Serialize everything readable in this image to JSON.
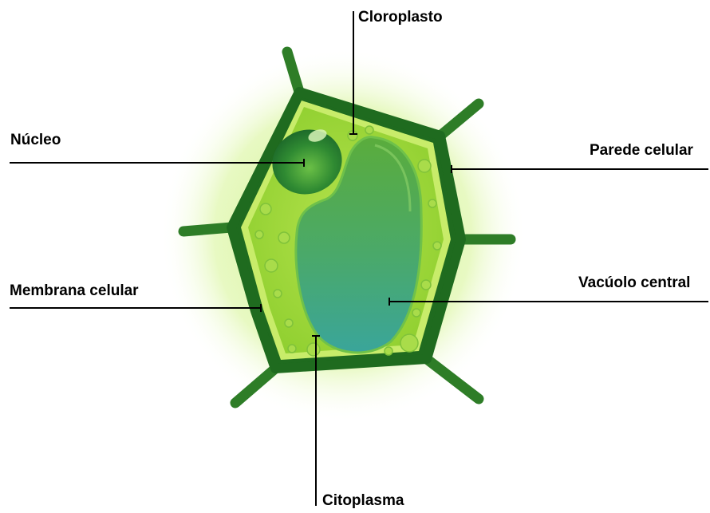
{
  "labels": {
    "cloroplasto": "Cloroplasto",
    "nucleo": "Núcleo",
    "parede_celular": "Parede celular",
    "membrana_celular": "Membrana celular",
    "vacuolo_central": "Vacúolo central",
    "citoplasma": "Citoplasma"
  },
  "colors": {
    "cell_wall": "#1f6b1f",
    "cytoplasm": "#9fd63a",
    "membrane": "#c8ec6a",
    "vacuole_top": "#5aac3c",
    "vacuole_bottom": "#3aa59a",
    "nucleus": "#2f8a32",
    "glow": "#c6f27a",
    "leader_line": "#000000"
  }
}
